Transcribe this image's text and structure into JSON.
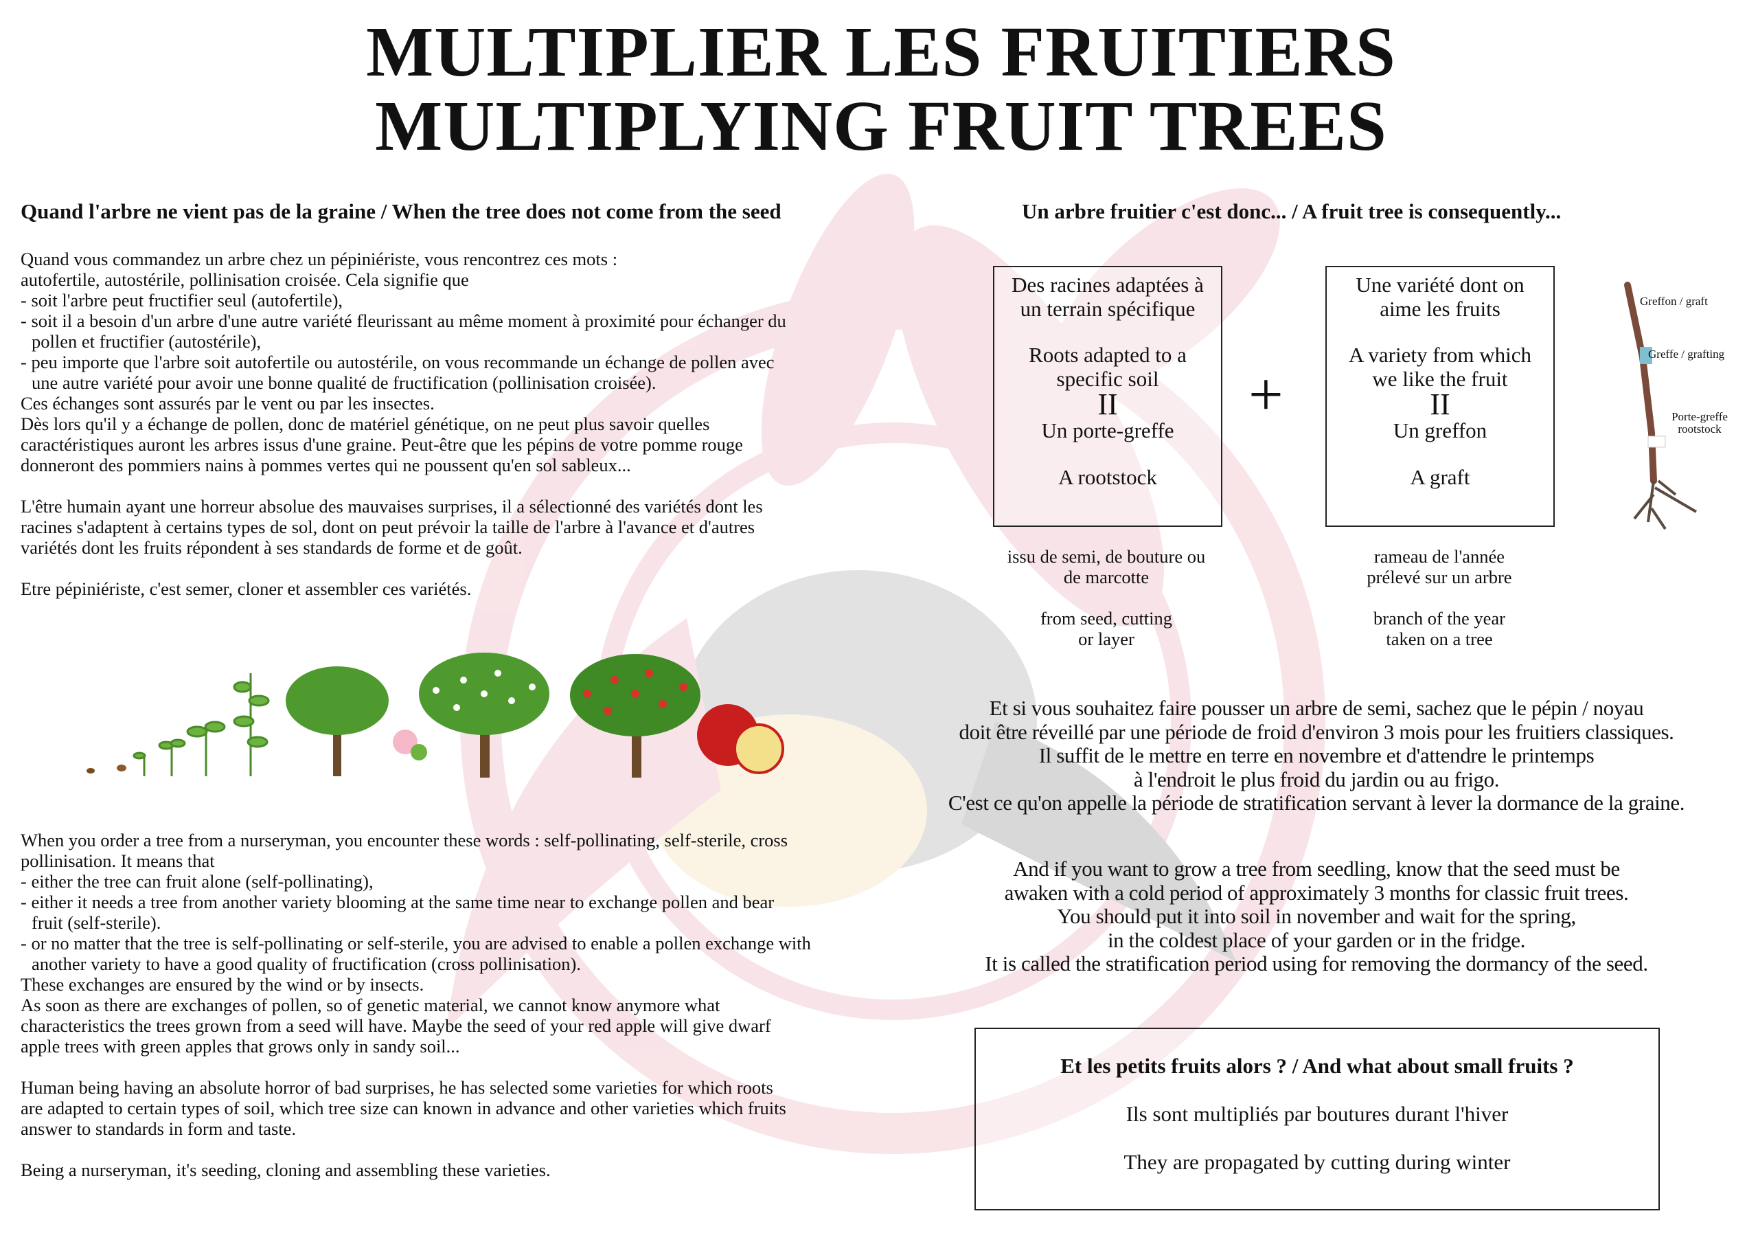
{
  "title": {
    "fr": "MULTIPLIER LES FRUITIERS",
    "en": "MULTIPLYING FRUIT TREES"
  },
  "left": {
    "heading": "Quand l'arbre ne vient pas de la graine / When the tree does not come from the seed",
    "fr_lines": [
      "Quand vous commandez un arbre chez un pépiniériste, vous rencontrez ces mots :",
      "autofertile, autostérile, pollinisation croisée. Cela signifie que",
      "- soit l'arbre peut fructifier seul (autofertile),",
      "- soit il a besoin d'un arbre d'une autre variété fleurissant au même moment à proximité pour échanger du",
      "pollen et fructifier (autostérile),",
      "- peu importe que l'arbre soit autofertile ou autostérile, on vous recommande un échange de pollen avec",
      "une autre variété pour avoir une bonne qualité de fructification (pollinisation croisée).",
      "Ces échanges sont assurés par le vent ou par les insectes.",
      "Dès lors qu'il y a échange de pollen, donc de matériel génétique, on ne peut plus savoir quelles",
      "caractéristiques auront les arbres issus d'une graine. Peut-être que les pépins de votre pomme rouge",
      "donneront des pommiers nains à pommes vertes qui ne poussent qu'en sol sableux...",
      "L'être humain ayant une horreur absolue des mauvaises surprises, il a sélectionné des variétés dont les",
      "racines s'adaptent à certains types de sol, dont on peut prévoir la taille de l'arbre à l'avance et d'autres",
      "variétés dont les fruits répondent à ses standards de forme et de goût.",
      "Etre pépiniériste, c'est semer, cloner et assembler ces variétés."
    ],
    "en_lines": [
      "When you order a tree from a nurseryman, you encounter these words : self-pollinating, self-sterile, cross",
      "pollinisation. It means that",
      "- either the tree can fruit alone (self-pollinating),",
      "- either it needs a tree from another variety blooming at the same time near to exchange pollen and bear",
      "fruit (self-sterile).",
      "- or no matter that the tree is self-pollinating or self-sterile, you are advised to enable a pollen exchange with",
      "another variety to have a good quality of fructification (cross pollinisation).",
      "These exchanges are ensured by the wind or by insects.",
      "As soon as there are exchanges of pollen, so of genetic material, we cannot know anymore what",
      "characteristics the trees grown from a seed will have. Maybe the seed of your red apple will give dwarf",
      "apple trees with green apples that grows only in sandy soil...",
      "Human being having an absolute horror of bad surprises, he has selected some varieties for which roots",
      "are adapted to certain types of soil, which tree size can known in advance and other varieties which fruits",
      "answer to standards in form and taste.",
      "Being a nurseryman, it's seeding, cloning and assembling these varieties."
    ]
  },
  "right": {
    "heading": "Un arbre fruitier c'est donc... / A fruit tree is consequently...",
    "box1": {
      "fr": "Des racines adaptées à un terrain spécifique",
      "en": "Roots adapted to a specific soil",
      "eq": "II",
      "name_fr": "Un porte-greffe",
      "name_en": "A rootstock"
    },
    "plus": "+",
    "box2": {
      "fr": "Une variété dont on aime les fruits",
      "en": "A variety from which we like the fruit",
      "eq": "II",
      "name_fr": "Un greffon",
      "name_en": "A graft"
    },
    "below1": {
      "fr": "issu de semi, de bouture ou de marcotte",
      "en": "from seed, cutting or layer"
    },
    "below2": {
      "fr": "rameau de l'année prélevé sur un arbre",
      "en": "branch of the year taken on a tree"
    },
    "graft_labels": {
      "greffon": "Greffon / graft",
      "greffe": "Greffe / grafting",
      "porte1": "Porte-greffe",
      "porte2": "rootstock"
    },
    "strat_fr": [
      "Et si vous souhaitez faire pousser un arbre de semi, sachez que le pépin / noyau",
      "doit être réveillé par une période de froid d'environ 3 mois pour les fruitiers classiques.",
      "Il suffit de le mettre en terre en novembre et d'attendre le printemps",
      "à l'endroit le plus froid du jardin ou au frigo.",
      "C'est ce qu'on appelle la période de stratification servant à lever la dormance de la graine."
    ],
    "strat_en": [
      "And if you want to grow a tree from seedling, know that the seed must be",
      "awaken with a cold period of approximately 3 months for classic fruit trees.",
      "You should put it into soil in november and wait for the spring,",
      "in the coldest place of your garden or in the fridge.",
      "It is called the stratification period using for removing the dormancy of the seed."
    ],
    "small_fruits": {
      "heading": "Et les petits fruits alors ? / And what about small fruits ?",
      "fr": "Ils sont multipliés par boutures durant l'hiver",
      "en": "They are propagated by cutting during winter"
    }
  },
  "colors": {
    "watermark_pink": "#e8a0ae",
    "watermark_gray": "#9a9a9a",
    "text": "#111111"
  }
}
